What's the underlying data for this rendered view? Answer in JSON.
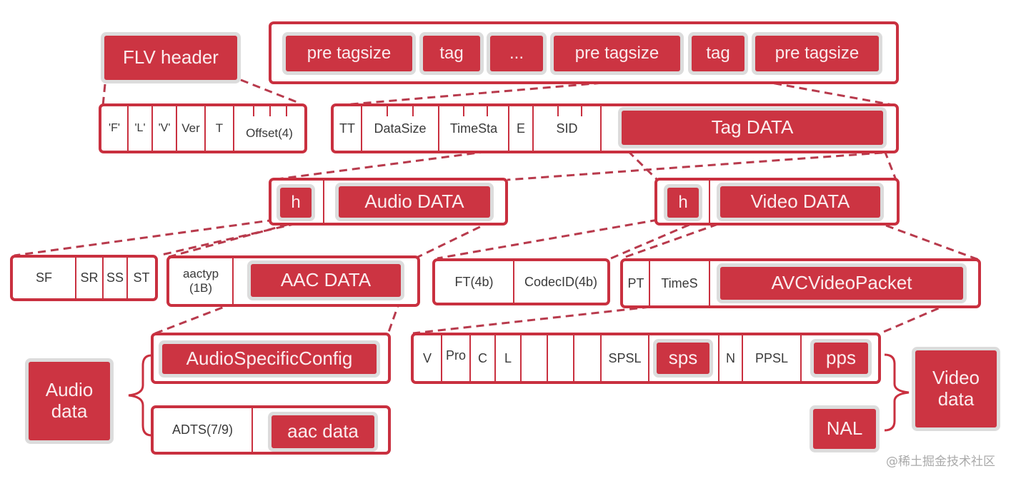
{
  "flv_header": {
    "title": "FLV header",
    "fields": [
      "'F'",
      "'L'",
      "'V'",
      "Ver",
      "T",
      "Offset(4)"
    ]
  },
  "body": {
    "items": [
      "pre tagsize",
      "tag",
      "...",
      "pre tagsize",
      "tag",
      "pre tagsize"
    ]
  },
  "tag": {
    "fields": [
      "TT",
      "DataSize",
      "TimeSta",
      "E",
      "SID"
    ],
    "data_label": "Tag DATA"
  },
  "audio_tag": {
    "header_label": "h",
    "data_label": "Audio DATA"
  },
  "video_tag": {
    "header_label": "h",
    "data_label": "Video DATA"
  },
  "audio_header": {
    "fields": [
      "SF",
      "SR",
      "SS",
      "ST"
    ]
  },
  "aac_packet": {
    "type_label": "aactyp\n(1B)",
    "type_line1": "aactyp",
    "type_line2": "(1B)",
    "data_label": "AAC DATA"
  },
  "video_header": {
    "fields": [
      "FT(4b)",
      "CodecID(4b)"
    ]
  },
  "avc_packet": {
    "fields": [
      "PT",
      "TimeS"
    ],
    "data_label": "AVCVideoPacket"
  },
  "audio_specific_config": {
    "label": "AudioSpecificConfig"
  },
  "adts": {
    "header_label": "ADTS(7/9)",
    "data_label": "aac data"
  },
  "avc_config": {
    "fields": [
      "V",
      "Pro",
      "C",
      "L",
      "",
      "",
      "",
      "SPSL"
    ],
    "sps_label": "sps",
    "n_label": "N",
    "ppsl_label": "PPSL",
    "pps_label": "pps"
  },
  "nal": {
    "label": "NAL"
  },
  "legend": {
    "audio_line1": "Audio",
    "audio_line2": "data",
    "video_line1": "Video",
    "video_line2": "data"
  },
  "watermark": "@稀土掘金技术社区",
  "colors": {
    "accent": "#cc3442",
    "border": "#c9303f",
    "shadow": "#dcdcdc",
    "dash": "#b83a4c"
  }
}
